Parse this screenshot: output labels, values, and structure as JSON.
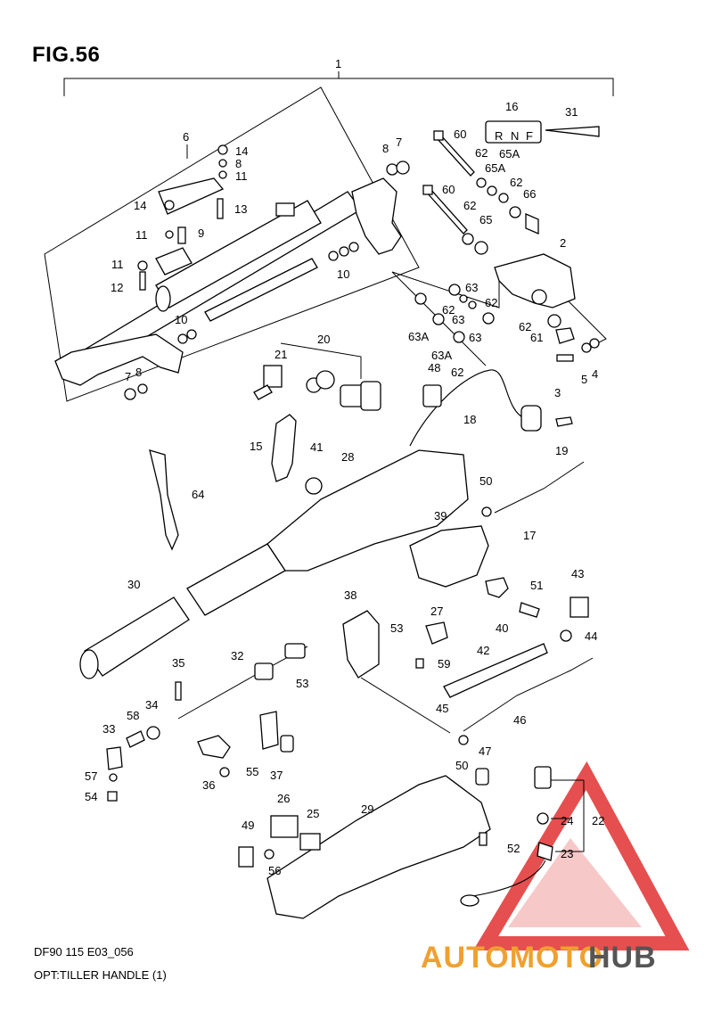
{
  "figure": {
    "title": "FIG.56",
    "code": "DF90 115 E03_056",
    "caption": "OPT:TILLER HANDLE (1)"
  },
  "shift_plate_letters": [
    "R",
    "N",
    "F"
  ],
  "watermark": {
    "text_part1": "AUTOMOTO",
    "text_part2": "HUB",
    "color_part1": "#f0a030",
    "color_part2": "#555555",
    "triangle_color": "#e03030"
  },
  "callouts": {
    "c1": "1",
    "c2": "2",
    "c3": "3",
    "c4": "4",
    "c5": "5",
    "c6": "6",
    "c7a": "7",
    "c7b": "7",
    "c8a": "8",
    "c8b": "8",
    "c8c": "8",
    "c9": "9",
    "c10a": "10",
    "c10b": "10",
    "c11a": "11",
    "c11b": "11",
    "c11c": "11",
    "c12": "12",
    "c13": "13",
    "c14a": "14",
    "c14b": "14",
    "c15": "15",
    "c16": "16",
    "c17": "17",
    "c18": "18",
    "c19": "19",
    "c20": "20",
    "c21": "21",
    "c22": "22",
    "c23": "23",
    "c24": "24",
    "c25": "25",
    "c26": "26",
    "c27": "27",
    "c28": "28",
    "c29": "29",
    "c30": "30",
    "c31": "31",
    "c32": "32",
    "c33": "33",
    "c34": "34",
    "c35": "35",
    "c36": "36",
    "c37": "37",
    "c38": "38",
    "c39": "39",
    "c40": "40",
    "c41": "41",
    "c42": "42",
    "c43": "43",
    "c44": "44",
    "c45": "45",
    "c46": "46",
    "c47": "47",
    "c48": "48",
    "c49": "49",
    "c50a": "50",
    "c50b": "50",
    "c51": "51",
    "c52": "52",
    "c53a": "53",
    "c53b": "53",
    "c54": "54",
    "c55": "55",
    "c56": "56",
    "c57": "57",
    "c58": "58",
    "c59": "59",
    "c60a": "60",
    "c60b": "60",
    "c61": "61",
    "c62a": "62",
    "c62b": "62",
    "c62c": "62",
    "c62d": "62",
    "c62e": "62",
    "c62f": "62",
    "c62g": "62",
    "c63a": "63",
    "c63b": "63",
    "c63c": "63",
    "c63Aa": "63A",
    "c63Ab": "63A",
    "c64": "64",
    "c65": "65",
    "c65Aa": "65A",
    "c65Ab": "65A",
    "c66": "66"
  }
}
